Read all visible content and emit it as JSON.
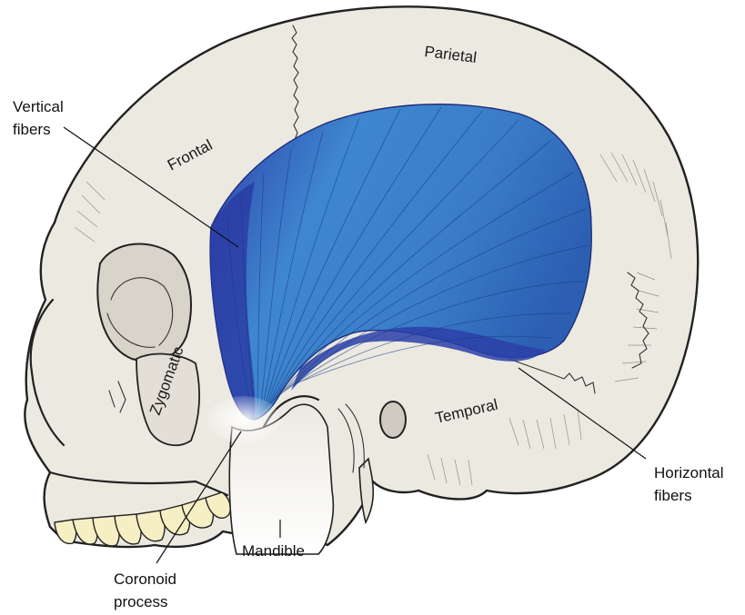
{
  "labels": {
    "vertical_fibers": [
      "Vertical",
      "fibers"
    ],
    "horizontal_fibers": [
      "Horizontal",
      "fibers"
    ],
    "coronoid_process": [
      "Coronoid",
      "process"
    ],
    "mandible": "Mandible",
    "parietal": "Parietal",
    "frontal": "Frontal",
    "zygomatic": "Zygomatic",
    "temporal": "Temporal"
  },
  "colors": {
    "bone": "#ece9e1",
    "muscle_light": "#4a8fd4",
    "muscle_mid": "#2f6fc2",
    "muscle_dark": "#2c3fa8",
    "teeth": "#f6efc4",
    "ink": "#222222"
  }
}
